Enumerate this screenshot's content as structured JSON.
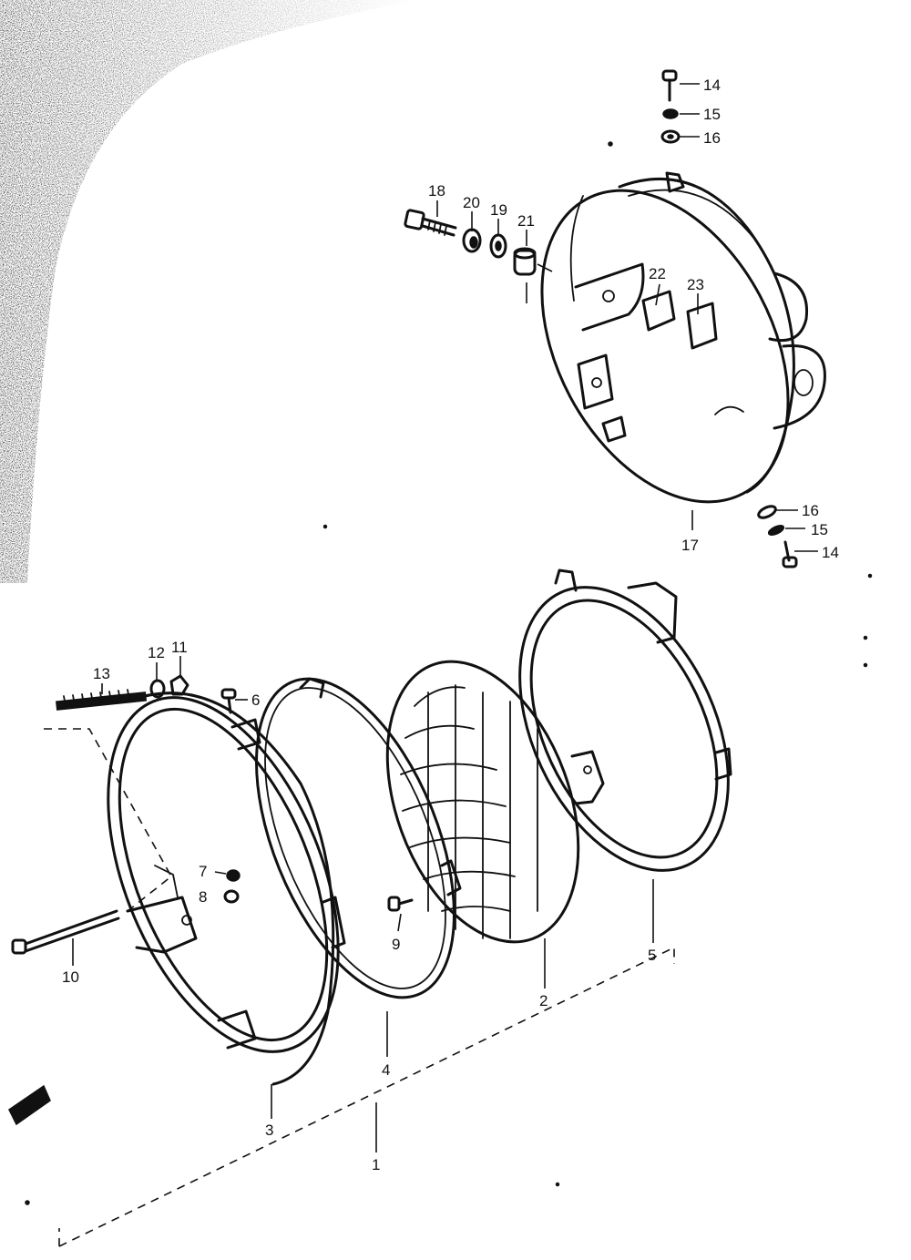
{
  "callouts": {
    "c1": "1",
    "c2": "2",
    "c3": "3",
    "c4": "4",
    "c5": "5",
    "c6": "6",
    "c7": "7",
    "c8": "8",
    "c9": "9",
    "c10": "10",
    "c11": "11",
    "c12": "12",
    "c13": "13",
    "c14a": "14",
    "c15a": "15",
    "c16a": "16",
    "c14b": "14",
    "c15b": "15",
    "c16b": "16",
    "c17": "17",
    "c18": "18",
    "c19": "19",
    "c20": "20",
    "c21": "21",
    "c22": "22",
    "c23": "23"
  },
  "arrow_glyph": "IW",
  "colors": {
    "ink": "#111111",
    "paper": "#ffffff"
  }
}
